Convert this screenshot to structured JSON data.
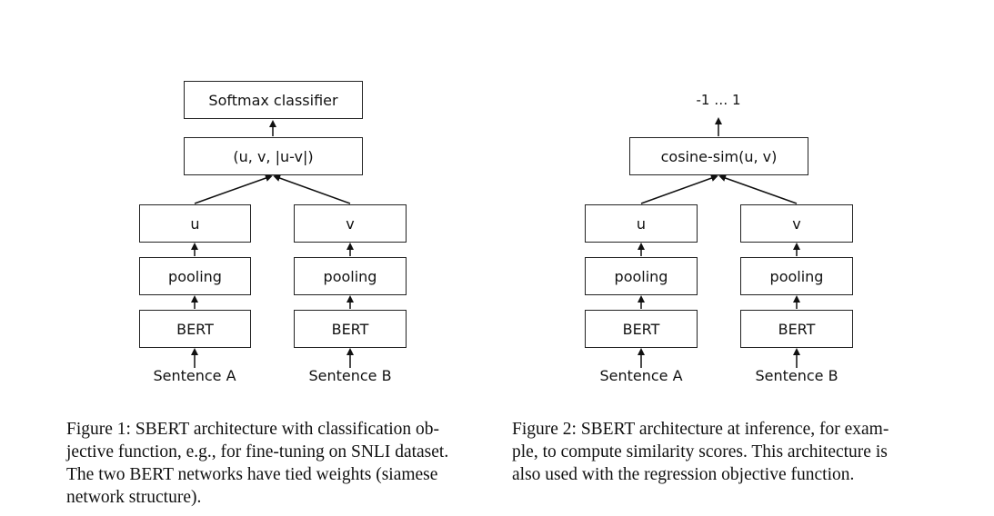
{
  "figure1": {
    "top_box": "Softmax classifier",
    "concat_box": "(u, v, |u-v|)",
    "left": {
      "embedding": "u",
      "pooling": "pooling",
      "encoder": "BERT",
      "input": "Sentence A"
    },
    "right": {
      "embedding": "v",
      "pooling": "pooling",
      "encoder": "BERT",
      "input": "Sentence B"
    },
    "caption_lines": [
      "Figure 1:  SBERT architecture with classification ob-",
      "jective function, e.g., for fine-tuning on SNLI dataset.",
      "The two BERT networks have tied weights (siamese",
      "network structure)."
    ]
  },
  "figure2": {
    "output_label": "-1 … 1",
    "sim_box": "cosine-sim(u, v)",
    "left": {
      "embedding": "u",
      "pooling": "pooling",
      "encoder": "BERT",
      "input": "Sentence A"
    },
    "right": {
      "embedding": "v",
      "pooling": "pooling",
      "encoder": "BERT",
      "input": "Sentence B"
    },
    "caption_lines": [
      "Figure 2:  SBERT architecture at inference, for exam-",
      "ple, to compute similarity scores.  This architecture is",
      "also used with the regression objective function."
    ]
  }
}
